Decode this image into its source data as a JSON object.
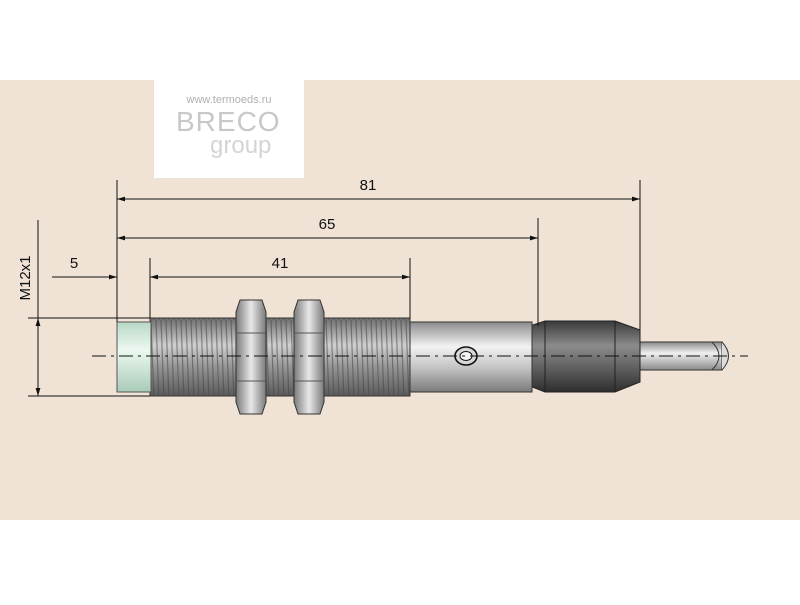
{
  "watermark": {
    "url": "www.termoeds.ru",
    "brand": "BRECO",
    "sub": "group"
  },
  "dimensions": {
    "overall_length": "81",
    "housing_length": "65",
    "thread_length": "41",
    "sensing_face_length": "5",
    "thread_size": "M12x1"
  },
  "colors": {
    "panel": "#f0e3d6",
    "thread": "#8a8a8a",
    "sensing_face": "#d9eee2",
    "cable": "#555555"
  }
}
